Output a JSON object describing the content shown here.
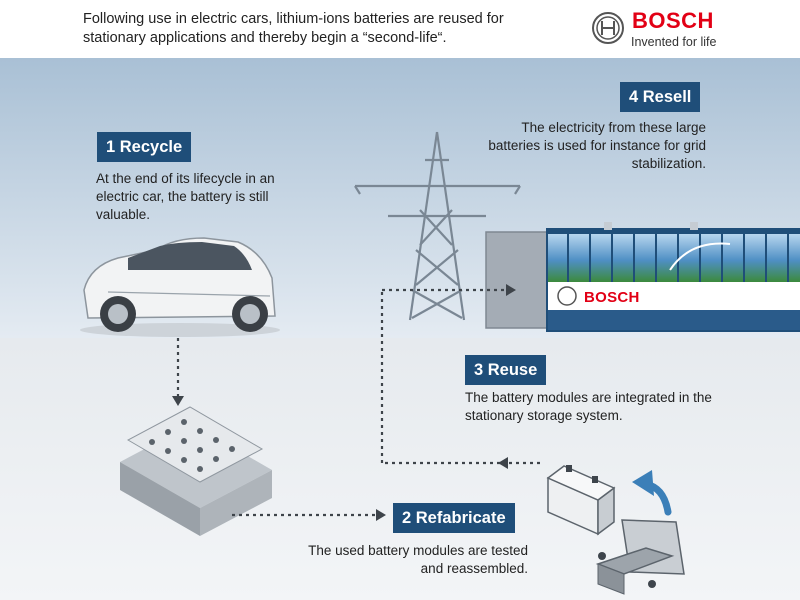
{
  "header": {
    "headline": "Following use in electric cars, lithium-ions batteries are reused for stationary applications and thereby begin a “second-life“.",
    "logo_word": "BOSCH",
    "logo_tagline": "Invented for life"
  },
  "steps": [
    {
      "label": "1 Recycle",
      "text": "At the end of its lifecycle in an electric car, the battery is still valuable."
    },
    {
      "label": "2 Refabricate",
      "text": "The used battery modules are tested and reassembled."
    },
    {
      "label": "3 Reuse",
      "text": "The battery modules are integrated in the stationary storage system."
    },
    {
      "label": "4 Resell",
      "text": "The electricity from these large batteries is used for instance for grid stabilization."
    }
  ],
  "container": {
    "brand": "BOSCH"
  },
  "colors": {
    "label_bg": "#1f4e79",
    "brand_red": "#e20015",
    "sky_top": "#a9c0d5",
    "ground": "#eef1f4"
  },
  "icons": [
    "bosch-armature-icon",
    "electric-car",
    "battery-pack",
    "power-pylon",
    "storage-container",
    "battery-module",
    "battery-tray",
    "curved-arrow-icon"
  ]
}
